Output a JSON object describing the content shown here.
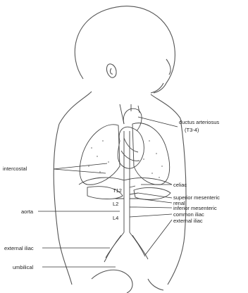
{
  "labels": {
    "ductus_arteriosus": "ductus arteriosus",
    "ductus_level": "(T3-4)",
    "intercostal": "intercostal",
    "coeliac": "celiac",
    "superior_mesenteric": "superior mesenteric",
    "renal": "renal",
    "inferior_mesenteric": "inferior mesenteric",
    "common_iliac": "common iliac",
    "external_iliac_right": "external iliac",
    "aorta": "aorta",
    "external_iliac_left": "external iliac",
    "umbilical": "umbilical",
    "t12": "T12",
    "l2": "L2",
    "l4": "L4"
  }
}
